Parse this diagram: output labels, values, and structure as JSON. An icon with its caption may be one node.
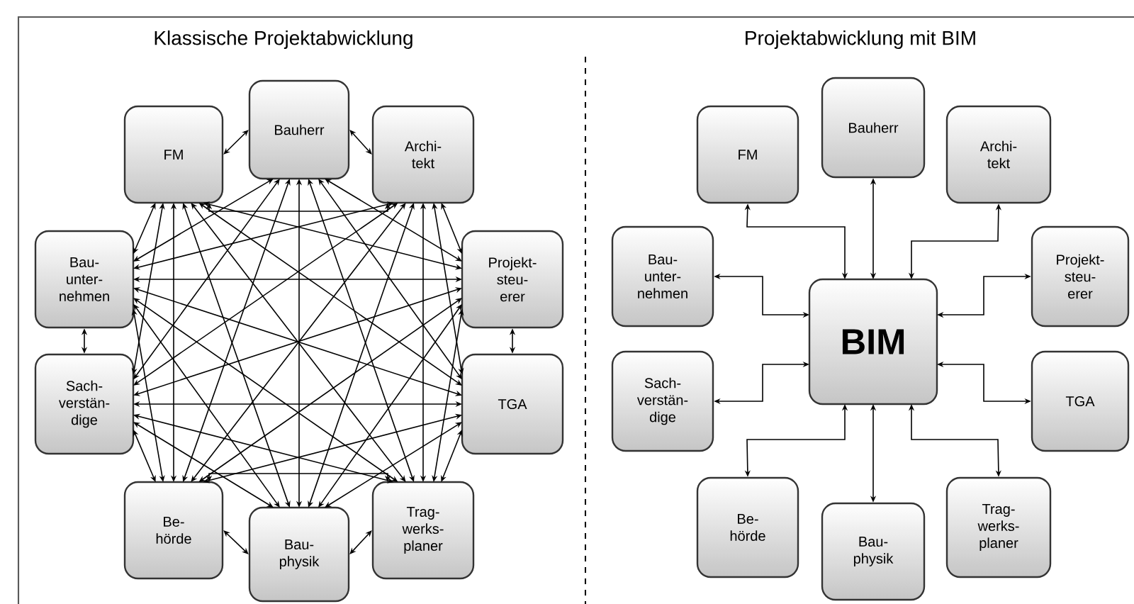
{
  "diagram": {
    "nodes": [
      {
        "text": [
          "FM"
        ]
      },
      {
        "text": [
          "Bauherr"
        ]
      },
      {
        "text": [
          "Archi- tekt"
        ]
      },
      {
        "text": [
          "Bau- unter- nehmen"
        ]
      },
      {
        "text": [
          "Projekt- steu- erer"
        ]
      },
      {
        "text": [
          "Sach- verstän- dige"
        ]
      },
      {
        "text": [
          "TGA"
        ]
      },
      {
        "text": [
          "Be- hörde"
        ]
      },
      {
        "text": [
          "Bau- physik"
        ]
      },
      {
        "text": [
          "Trag- werks- planer"
        ]
      },
      {
        "text": [
          "FM"
        ]
      },
      {
        "text": [
          "Bauherr"
        ]
      },
      {
        "text": [
          "Archi- tekt"
        ]
      },
      {
        "text": [
          "Bau- unter- nehmen"
        ]
      },
      {
        "text": [
          "Projekt- steu- erer"
        ]
      },
      {
        "text": [
          "BIM"
        ]
      },
      {
        "text": [
          "Sach- verstän- dige"
        ]
      },
      {
        "text": [
          "TGA"
        ]
      },
      {
        "text": [
          "Be- hörde"
        ]
      },
      {
        "text": [
          "Bau- physik"
        ]
      },
      {
        "text": [
          "Trag- werks- planer"
        ]
      }
    ],
    "edges": [
      {
        "from": 0,
        "to": 1,
        "arrow": "both"
      },
      {
        "from": 0,
        "to": 2,
        "arrow": "both"
      },
      {
        "from": 0,
        "to": 3,
        "arrow": "both"
      },
      {
        "from": 0,
        "to": 4,
        "arrow": "both"
      },
      {
        "from": 0,
        "to": 5,
        "arrow": "both"
      },
      {
        "from": 0,
        "to": 6,
        "arrow": "both"
      },
      {
        "from": 0,
        "to": 7,
        "arrow": "both"
      },
      {
        "from": 0,
        "to": 8,
        "arrow": "both"
      },
      {
        "from": 0,
        "to": 9,
        "arrow": "both"
      },
      {
        "from": 1,
        "to": 2,
        "arrow": "both"
      },
      {
        "from": 1,
        "to": 3,
        "arrow": "both"
      },
      {
        "from": 1,
        "to": 4,
        "arrow": "both"
      },
      {
        "from": 1,
        "to": 5,
        "arrow": "both"
      },
      {
        "from": 1,
        "to": 6,
        "arrow": "both"
      },
      {
        "from": 1,
        "to": 7,
        "arrow": "both"
      },
      {
        "from": 1,
        "to": 8,
        "arrow": "both"
      },
      {
        "from": 1,
        "to": 9,
        "arrow": "both"
      },
      {
        "from": 2,
        "to": 3,
        "arrow": "both"
      },
      {
        "from": 2,
        "to": 4,
        "arrow": "both"
      },
      {
        "from": 2,
        "to": 5,
        "arrow": "both"
      },
      {
        "from": 2,
        "to": 6,
        "arrow": "both"
      },
      {
        "from": 2,
        "to": 7,
        "arrow": "both"
      },
      {
        "from": 2,
        "to": 8,
        "arrow": "both"
      },
      {
        "from": 2,
        "to": 9,
        "arrow": "both"
      },
      {
        "from": 3,
        "to": 4,
        "arrow": "both"
      },
      {
        "from": 3,
        "to": 5,
        "arrow": "both"
      },
      {
        "from": 3,
        "to": 6,
        "arrow": "both"
      },
      {
        "from": 3,
        "to": 7,
        "arrow": "both"
      },
      {
        "from": 3,
        "to": 8,
        "arrow": "both"
      },
      {
        "from": 3,
        "to": 9,
        "arrow": "both"
      },
      {
        "from": 4,
        "to": 5,
        "arrow": "both"
      },
      {
        "from": 4,
        "to": 6,
        "arrow": "both"
      },
      {
        "from": 4,
        "to": 7,
        "arrow": "both"
      },
      {
        "from": 4,
        "to": 8,
        "arrow": "both"
      },
      {
        "from": 4,
        "to": 9,
        "arrow": "both"
      },
      {
        "from": 5,
        "to": 6,
        "arrow": "both"
      },
      {
        "from": 5,
        "to": 7,
        "arrow": "both"
      },
      {
        "from": 5,
        "to": 8,
        "arrow": "both"
      },
      {
        "from": 5,
        "to": 9,
        "arrow": "both"
      },
      {
        "from": 6,
        "to": 7,
        "arrow": "both"
      },
      {
        "from": 6,
        "to": 8,
        "arrow": "both"
      },
      {
        "from": 6,
        "to": 9,
        "arrow": "both"
      },
      {
        "from": 7,
        "to": 8,
        "arrow": "both"
      },
      {
        "from": 7,
        "to": 9,
        "arrow": "both"
      },
      {
        "from": 8,
        "to": 9,
        "arrow": "both"
      },
      {
        "from": 15,
        "to": 10,
        "arrow": "both"
      },
      {
        "from": 15,
        "to": 11,
        "arrow": "both"
      },
      {
        "from": 15,
        "to": 12,
        "arrow": "both"
      },
      {
        "from": 15,
        "to": 13,
        "arrow": "both"
      },
      {
        "from": 15,
        "to": 14,
        "arrow": "both"
      },
      {
        "from": 15,
        "to": 16,
        "arrow": "both"
      },
      {
        "from": 15,
        "to": 17,
        "arrow": "both"
      },
      {
        "from": 15,
        "to": 18,
        "arrow": "both"
      },
      {
        "from": 15,
        "to": 19,
        "arrow": "both"
      },
      {
        "from": 15,
        "to": 20,
        "arrow": "both"
      }
    ],
    "labels": [
      "Klassische Projektabwicklung",
      "Projektabwicklung mit BIM"
    ]
  }
}
